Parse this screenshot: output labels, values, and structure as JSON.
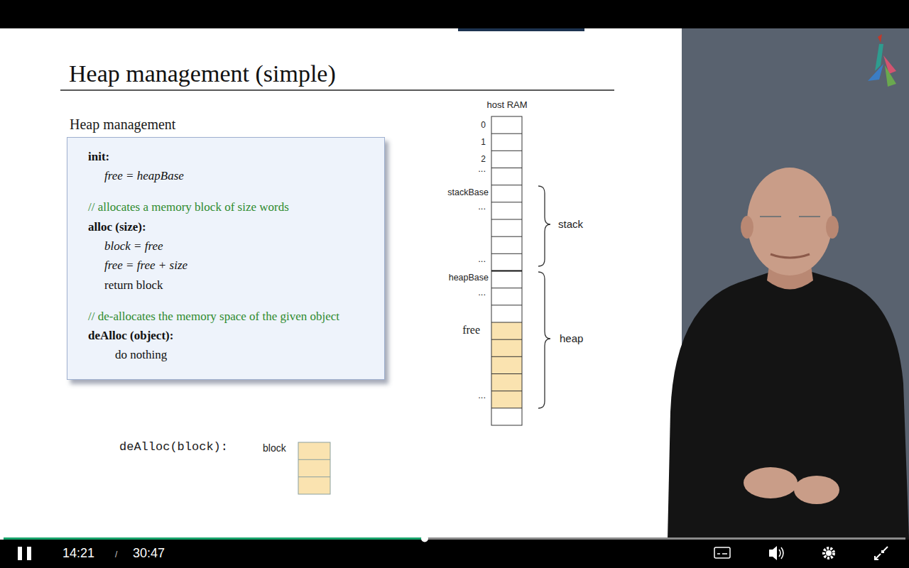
{
  "diagram": {
    "title": "Heap management (simple)",
    "nodes": [
      {
        "text": [
          "Heap management",
          "init:",
          "free = heapBase",
          "// allocates a memory block of size words",
          "alloc (size):",
          "block = free",
          "free = free + size",
          "return block",
          "// de-allocates the memory space of the given object",
          "deAlloc (object):",
          "do nothing"
        ]
      }
    ],
    "labels": [
      "host RAM",
      "0",
      "1",
      "2",
      "...",
      "stackBase",
      "...",
      "stack",
      "...",
      "heapBase",
      "...",
      "free",
      "heap",
      "...",
      "deAlloc(block):",
      "block",
      "14:21",
      "/",
      "30:47"
    ]
  }
}
